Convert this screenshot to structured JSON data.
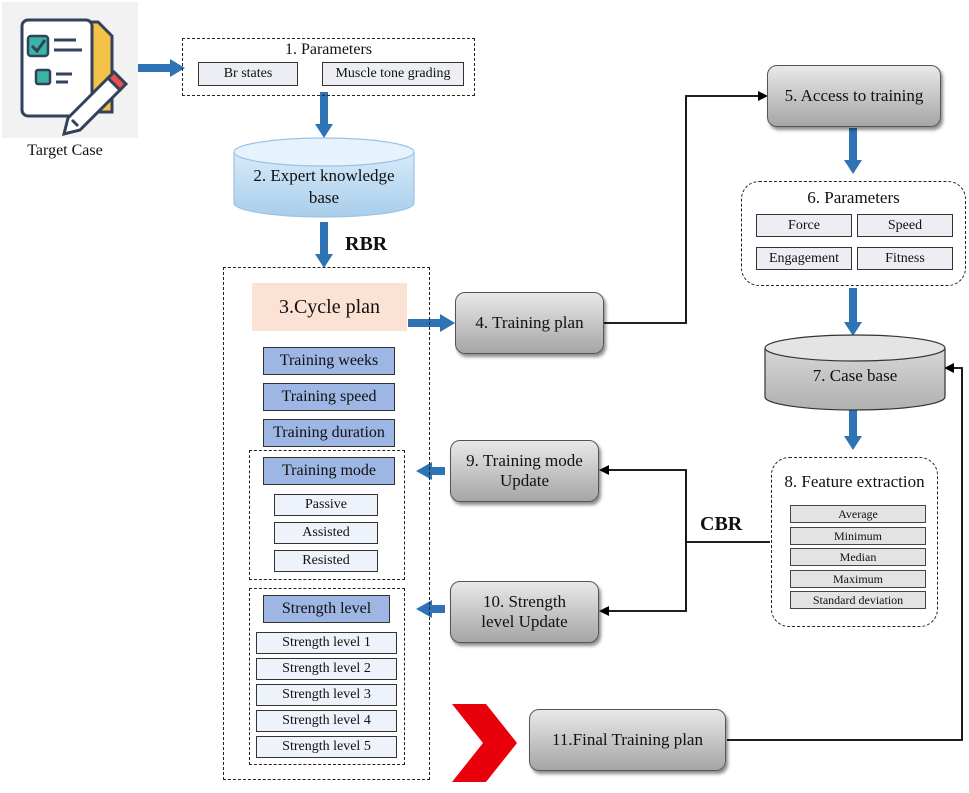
{
  "target_case": {
    "label": "Target Case",
    "icon": "checklist-document-icon"
  },
  "parameters1": {
    "title": "1. Parameters",
    "items": [
      "Br states",
      "Muscle tone grading"
    ]
  },
  "expert_kb": {
    "label": "2. Expert knowledge base"
  },
  "rbr_label": "RBR",
  "cbr_label": "CBR",
  "cycle_plan": {
    "title": "3.Cycle plan",
    "items": [
      "Training weeks",
      "Training speed",
      "Training duration"
    ],
    "mode": {
      "title": "Training mode",
      "options": [
        "Passive",
        "Assisted",
        "Resisted"
      ]
    },
    "strength": {
      "title": "Strength level",
      "options": [
        "Strength level 1",
        "Strength level 2",
        "Strength level 3",
        "Strength level 4",
        "Strength level 5"
      ]
    }
  },
  "training_plan": {
    "label": "4. Training plan"
  },
  "access_training": {
    "label": "5. Access to training"
  },
  "parameters6": {
    "title": "6. Parameters",
    "items": [
      "Force",
      "Speed",
      "Engagement",
      "Fitness"
    ]
  },
  "case_base": {
    "label": "7. Case base"
  },
  "feature_extraction": {
    "title": "8. Feature extraction",
    "items": [
      "Average",
      "Minimum",
      "Median",
      "Maximum",
      "Standard deviation"
    ]
  },
  "mode_update": {
    "label": "9. Training mode Update"
  },
  "strength_update": {
    "label": "10. Strength level Update"
  },
  "final_plan": {
    "label": "11.Final Training plan"
  },
  "colors": {
    "arrow_blue": "#2e74b5",
    "cycle_plan_fill": "#fbe2d5",
    "final_arrow_red": "#e8000b",
    "kb_blue": "#bcd9f0",
    "box_blue": "#9db6e3"
  }
}
